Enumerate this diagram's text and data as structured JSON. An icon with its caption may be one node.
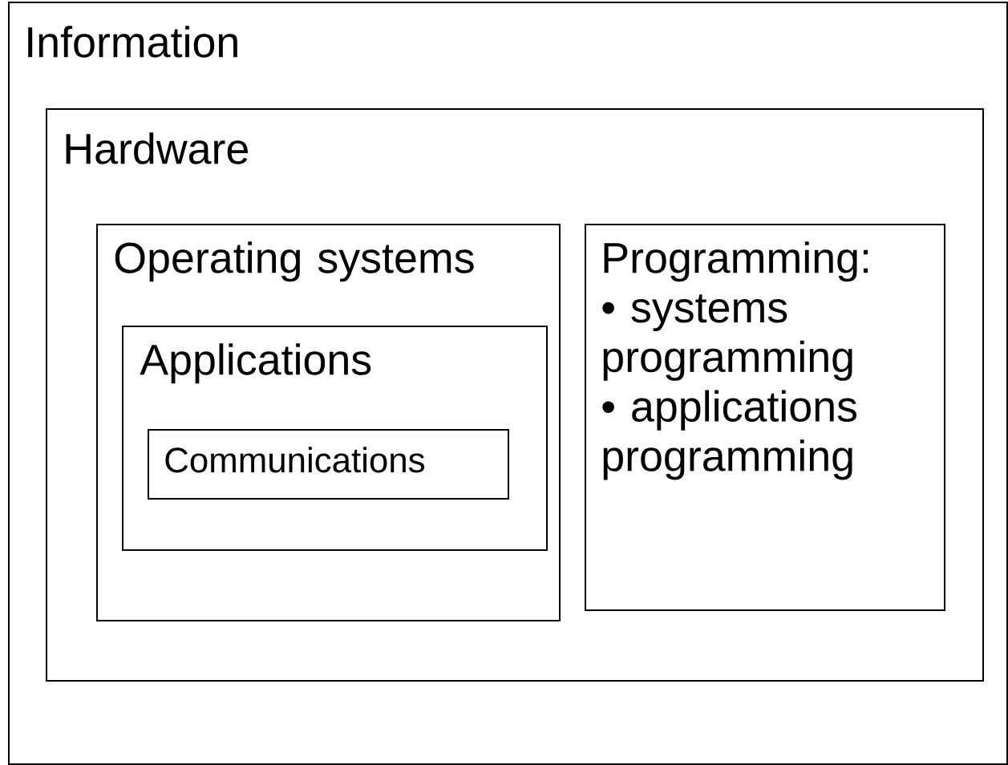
{
  "diagram": {
    "nodes": [
      {
        "text": [
          "Information"
        ]
      },
      {
        "text": [
          "Hardware"
        ],
        "in": 0
      },
      {
        "text": [
          "Operating systems"
        ],
        "in": 1
      },
      {
        "text": [
          "Applications"
        ],
        "in": 2
      },
      {
        "text": [
          "Communications"
        ],
        "in": 3
      },
      {
        "text": [
          "Programming:",
          "• systems programming",
          "• applications programming"
        ],
        "in": 1
      }
    ]
  }
}
